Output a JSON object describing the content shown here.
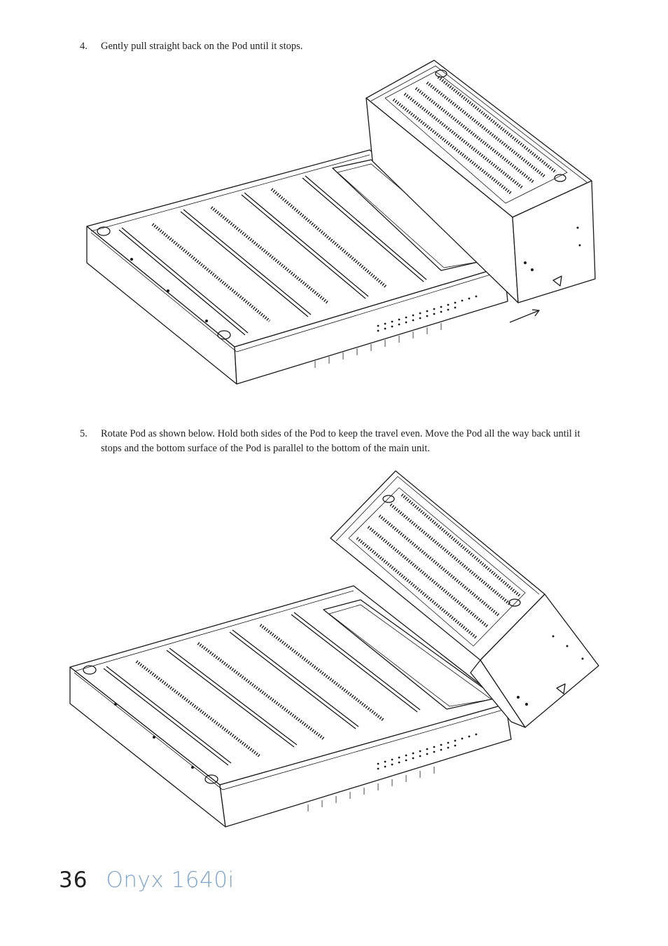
{
  "steps": [
    {
      "number": "4.",
      "text": "Gently pull straight back on the Pod until it stops."
    },
    {
      "number": "5.",
      "text": "Rotate Pod as shown below. Hold both sides of the Pod to keep the travel even. Move the Pod all the way back until it stops and the bottom surface of the Pod is parallel to the bottom of the main unit."
    }
  ],
  "figures": [
    {
      "illustration": "mixer-pod-pulled-back-line-drawing"
    },
    {
      "illustration": "mixer-pod-rotated-line-drawing"
    }
  ],
  "footer": {
    "page_number": "36",
    "product_name": "Onyx 1640i",
    "product_color": "#7fa7cc"
  }
}
